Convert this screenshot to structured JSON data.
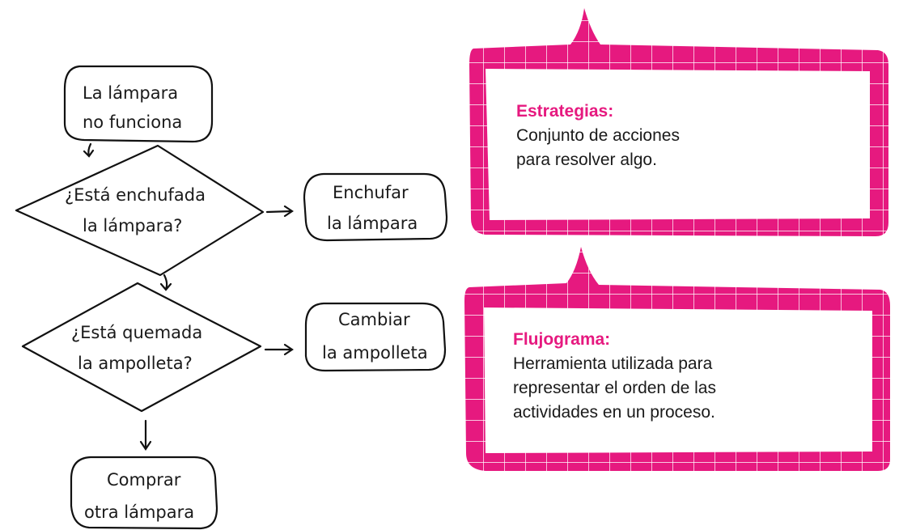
{
  "flowchart": {
    "start": [
      "La lámpara",
      "no funciona"
    ],
    "decision1": [
      "¿Está enchufada",
      "la lámpara?"
    ],
    "action1": [
      "Enchufar",
      "la lámpara"
    ],
    "decision2": [
      "¿Está quemada",
      "la ampolleta?"
    ],
    "action2": [
      "Cambiar",
      "la ampolleta"
    ],
    "end": [
      "Comprar",
      "otra lámpara"
    ]
  },
  "definitions": [
    {
      "term": "Estrategias:",
      "text": "Conjunto de acciones\npara resolver algo."
    },
    {
      "term": "Flujograma:",
      "text": "Herramienta utilizada para\nrepresentar el orden de las\nactividades en un proceso."
    }
  ],
  "colors": {
    "accent": "#e6197f",
    "ink": "#111111"
  }
}
